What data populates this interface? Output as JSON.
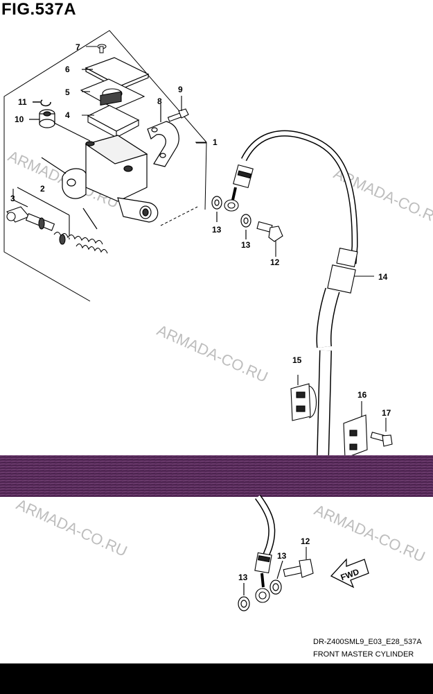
{
  "figure": {
    "title": "FIG.537A",
    "code": "DR-Z400SML9_E03_E28_537A",
    "name": "FRONT MASTER CYLINDER"
  },
  "watermark": "ARMADA-CO.RU",
  "callouts": {
    "p1": "1",
    "p2": "2",
    "p3": "3",
    "p4": "4",
    "p5": "5",
    "p6": "6",
    "p7": "7",
    "p8": "8",
    "p9": "9",
    "p10": "10",
    "p11": "11",
    "p12": "12",
    "p13": "13",
    "p14": "14",
    "p15": "15",
    "p16": "16",
    "p17": "17",
    "fwd": "FWD"
  },
  "colors": {
    "band": "#5c2d5e",
    "watermark": "#bdbdbd"
  }
}
